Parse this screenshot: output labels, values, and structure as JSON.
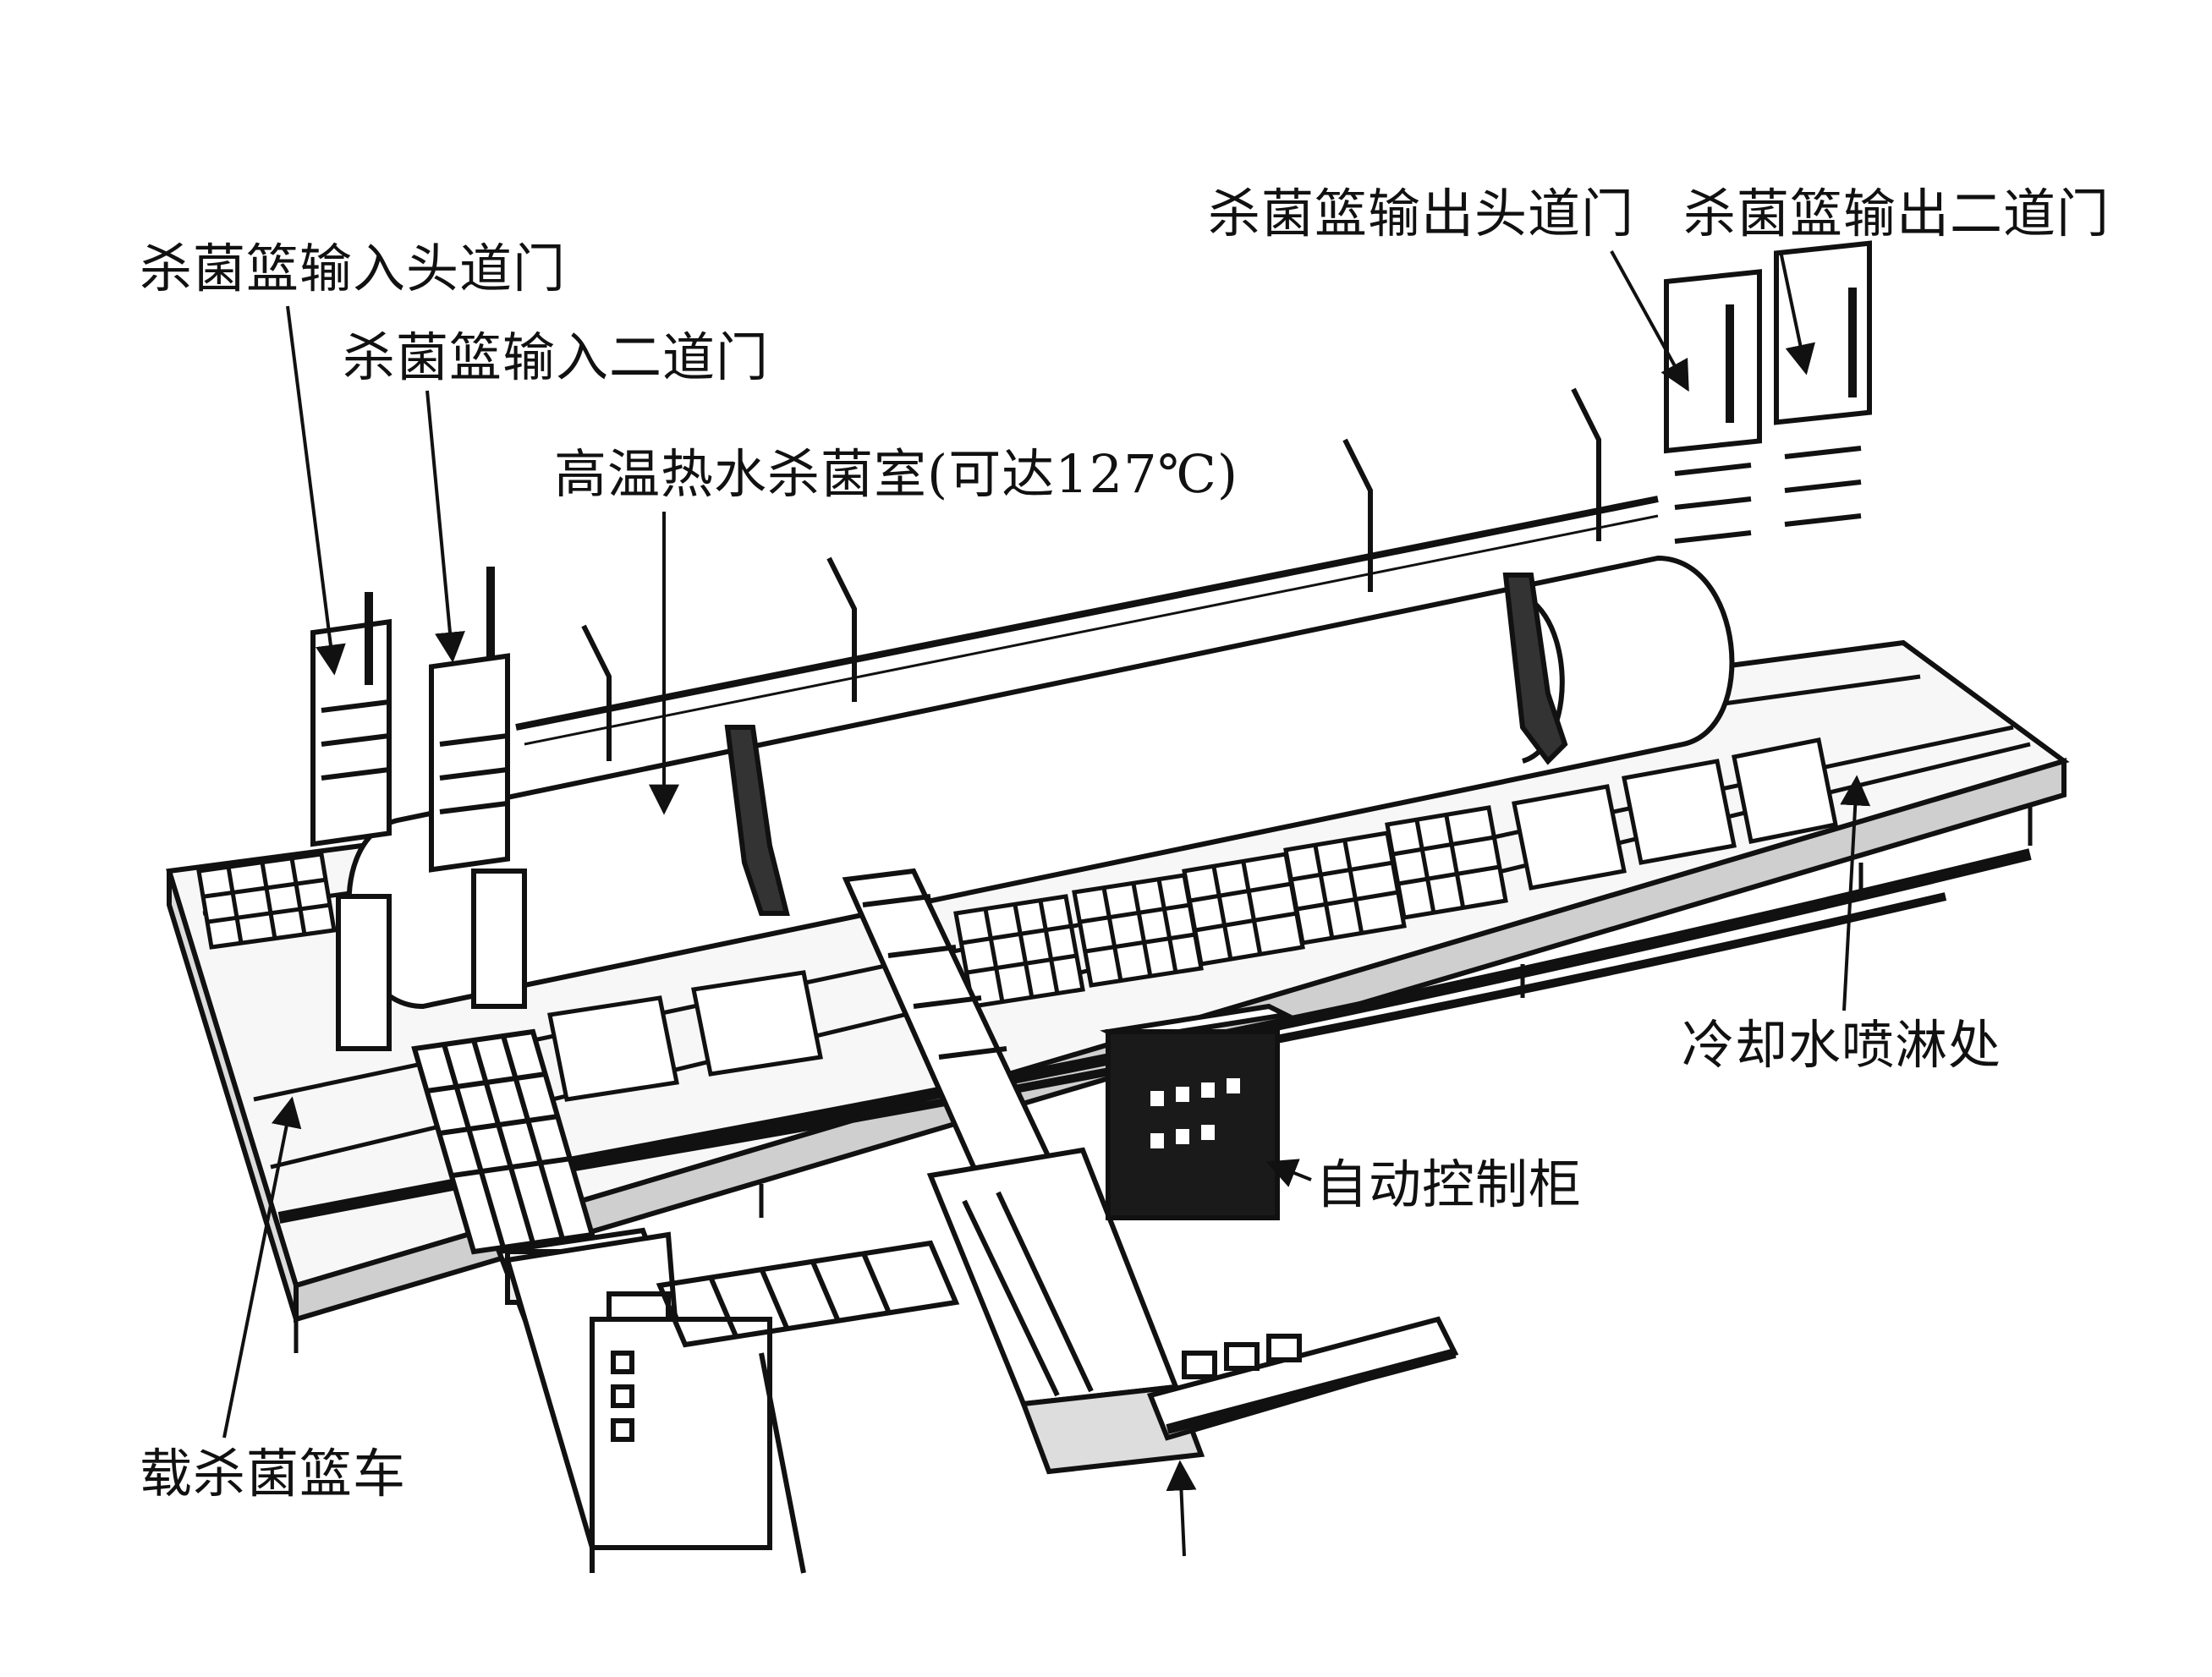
{
  "labels": {
    "input_first_door": "杀菌篮输入头道门",
    "input_second_door": "杀菌篮输入二道门",
    "sterilization_room": "高温热水杀菌室(可达127℃)",
    "output_first_door": "杀菌篮输出头道门",
    "output_second_door": "杀菌篮输出二道门",
    "cooling_spray": "冷却水喷淋处",
    "control_cabinet": "自动控制柜",
    "basket_cart": "载杀菌篮车"
  },
  "colors": {
    "line": "#111111",
    "background": "#ffffff",
    "panel": "#f4f4f4",
    "dark": "#1a1a1a"
  }
}
